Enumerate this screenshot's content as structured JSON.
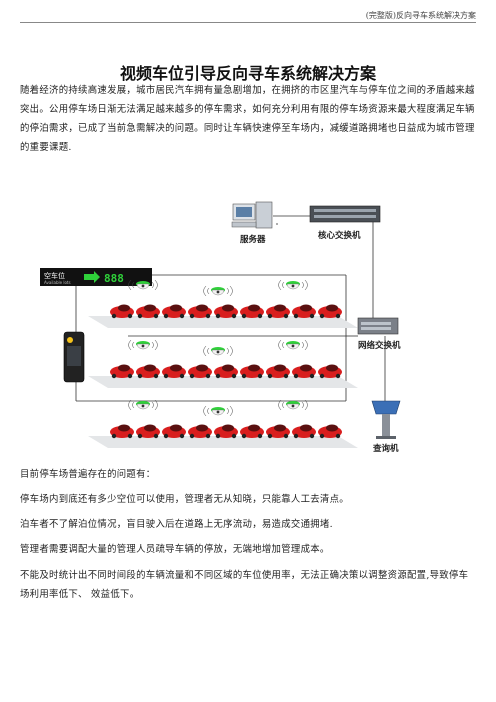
{
  "header": {
    "text": "(完整版)反向寻车系统解决方案"
  },
  "title": "视频车位引导反向寻车系统解决方案",
  "intro": "随着经济的持续高速发展，城市居民汽车拥有量急剧增加，在拥挤的市区里汽车与停车位之间的矛盾越来越突出。公用停车场日渐无法满足越来越多的停车需求，如何充分利用有限的停车场资源来最大程度满足车辆的停泊需求，已成了当前急需解决的问题。同时让车辆快速停至车场内，减缓道路拥堵也日益成为城市管理的重要课题.",
  "diagram": {
    "server_label": "服务器",
    "core_switch_label": "核心交换机",
    "network_switch_label": "网络交换机",
    "kiosk_label": "查询机",
    "sign_text": "空车位",
    "sign_subtext": "Available lots",
    "sign_count": "888"
  },
  "issues": {
    "heading": "目前停车场普遍存在的问题有：",
    "items": [
      "停车场内到底还有多少空位可以使用，管理者无从知晓，只能靠人工去清点。",
      "泊车者不了解泊位情况，盲目驶入后在道路上无序流动，易造成交通拥堵.",
      "管理者需要调配大量的管理人员疏导车辆的停放，无端地增加管理成本。",
      "不能及时统计出不同时间段的车辆流量和不同区域的车位使用率，无法正确决策以调整资源配置,导致停车场利用率低下、 效益低下。"
    ]
  }
}
